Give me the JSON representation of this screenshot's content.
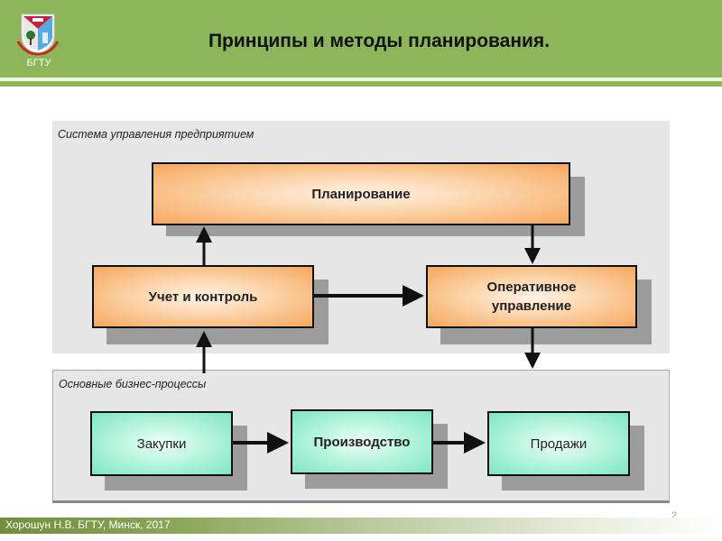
{
  "header": {
    "title": "Принципы и методы планирования.",
    "logo_text": "БГТУ",
    "accent_color": "#8db65a"
  },
  "diagram": {
    "panels": [
      {
        "label": "Система управления предприятием"
      },
      {
        "label": "Основные бизнес-процессы"
      }
    ],
    "nodes": {
      "planning": "Планирование",
      "accounting": "Учет и контроль",
      "operational": "Оперативное управление",
      "purchasing": "Закупки",
      "production": "Производство",
      "sales": "Продажи"
    },
    "edges": [
      {
        "from": "accounting",
        "to": "planning"
      },
      {
        "from": "planning",
        "to": "operational"
      },
      {
        "from": "accounting",
        "to": "operational"
      },
      {
        "from": "business-processes",
        "to": "accounting"
      },
      {
        "from": "operational",
        "to": "business-processes"
      },
      {
        "from": "purchasing",
        "to": "production"
      },
      {
        "from": "production",
        "to": "sales"
      }
    ]
  },
  "footer": {
    "author": "Хорошун Н.В. БГТУ, Минск, 2017",
    "page_number": "2"
  }
}
